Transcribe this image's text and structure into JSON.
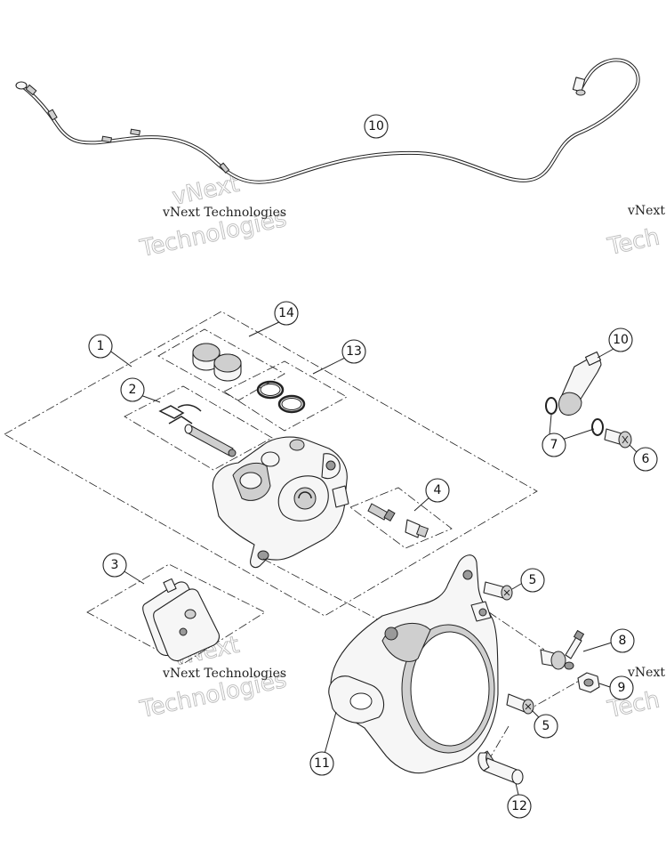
{
  "callouts": {
    "c1": "1",
    "c2": "2",
    "c3": "3",
    "c4": "4",
    "c5a": "5",
    "c5b": "5",
    "c6": "6",
    "c7": "7",
    "c8": "8",
    "c9": "9",
    "c10a": "10",
    "c10b": "10",
    "c11": "11",
    "c12": "12",
    "c13": "13",
    "c14": "14"
  },
  "watermark": {
    "company": "vNext Technologies",
    "word_top": "vNext",
    "word_bottom": "Technologies",
    "edge_small": "vNext",
    "edge_big": "Tech"
  }
}
